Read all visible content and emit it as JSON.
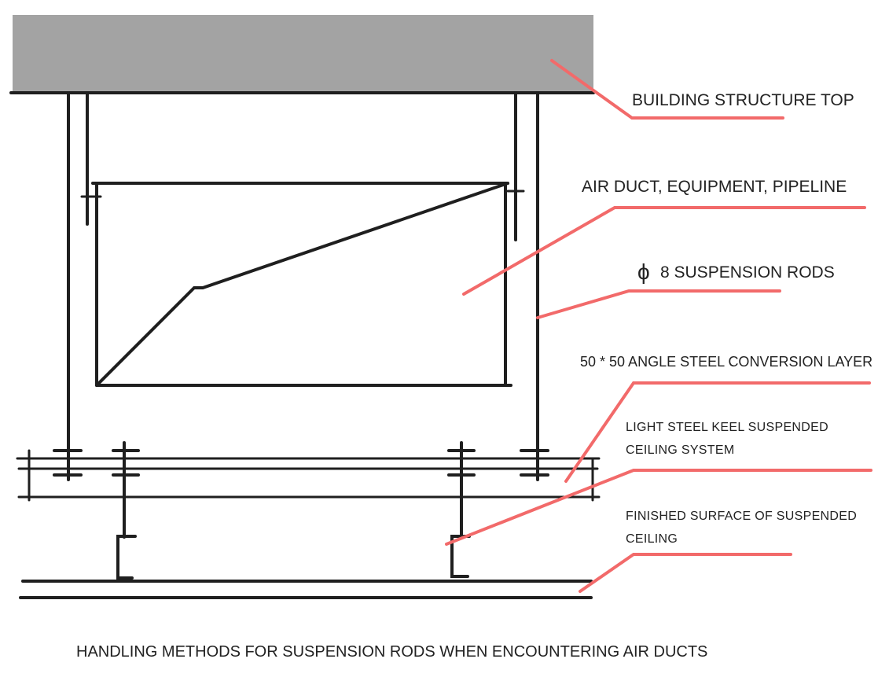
{
  "labels": {
    "building_structure_top": "BUILDING STRUCTURE TOP",
    "air_duct": "AIR DUCT, EQUIPMENT, PIPELINE",
    "phi_symbol": "ϕ",
    "suspension_rods": "8 SUSPENSION RODS",
    "angle_steel": "50 * 50 ANGLE STEEL CONVERSION LAYER",
    "light_steel_keel_line1": "LIGHT STEEL KEEL SUSPENDED",
    "light_steel_keel_line2": "CEILING SYSTEM",
    "finished_surface_line1": "FINISHED SURFACE OF SUSPENDED",
    "finished_surface_line2": "CEILING"
  },
  "caption": "HANDLING METHODS FOR SUSPENSION RODS WHEN ENCOUNTERING AIR DUCTS",
  "colors": {
    "slab_fill": "#a3a3a3",
    "line": "#1f1f1f",
    "leader": "#f26a6a"
  }
}
